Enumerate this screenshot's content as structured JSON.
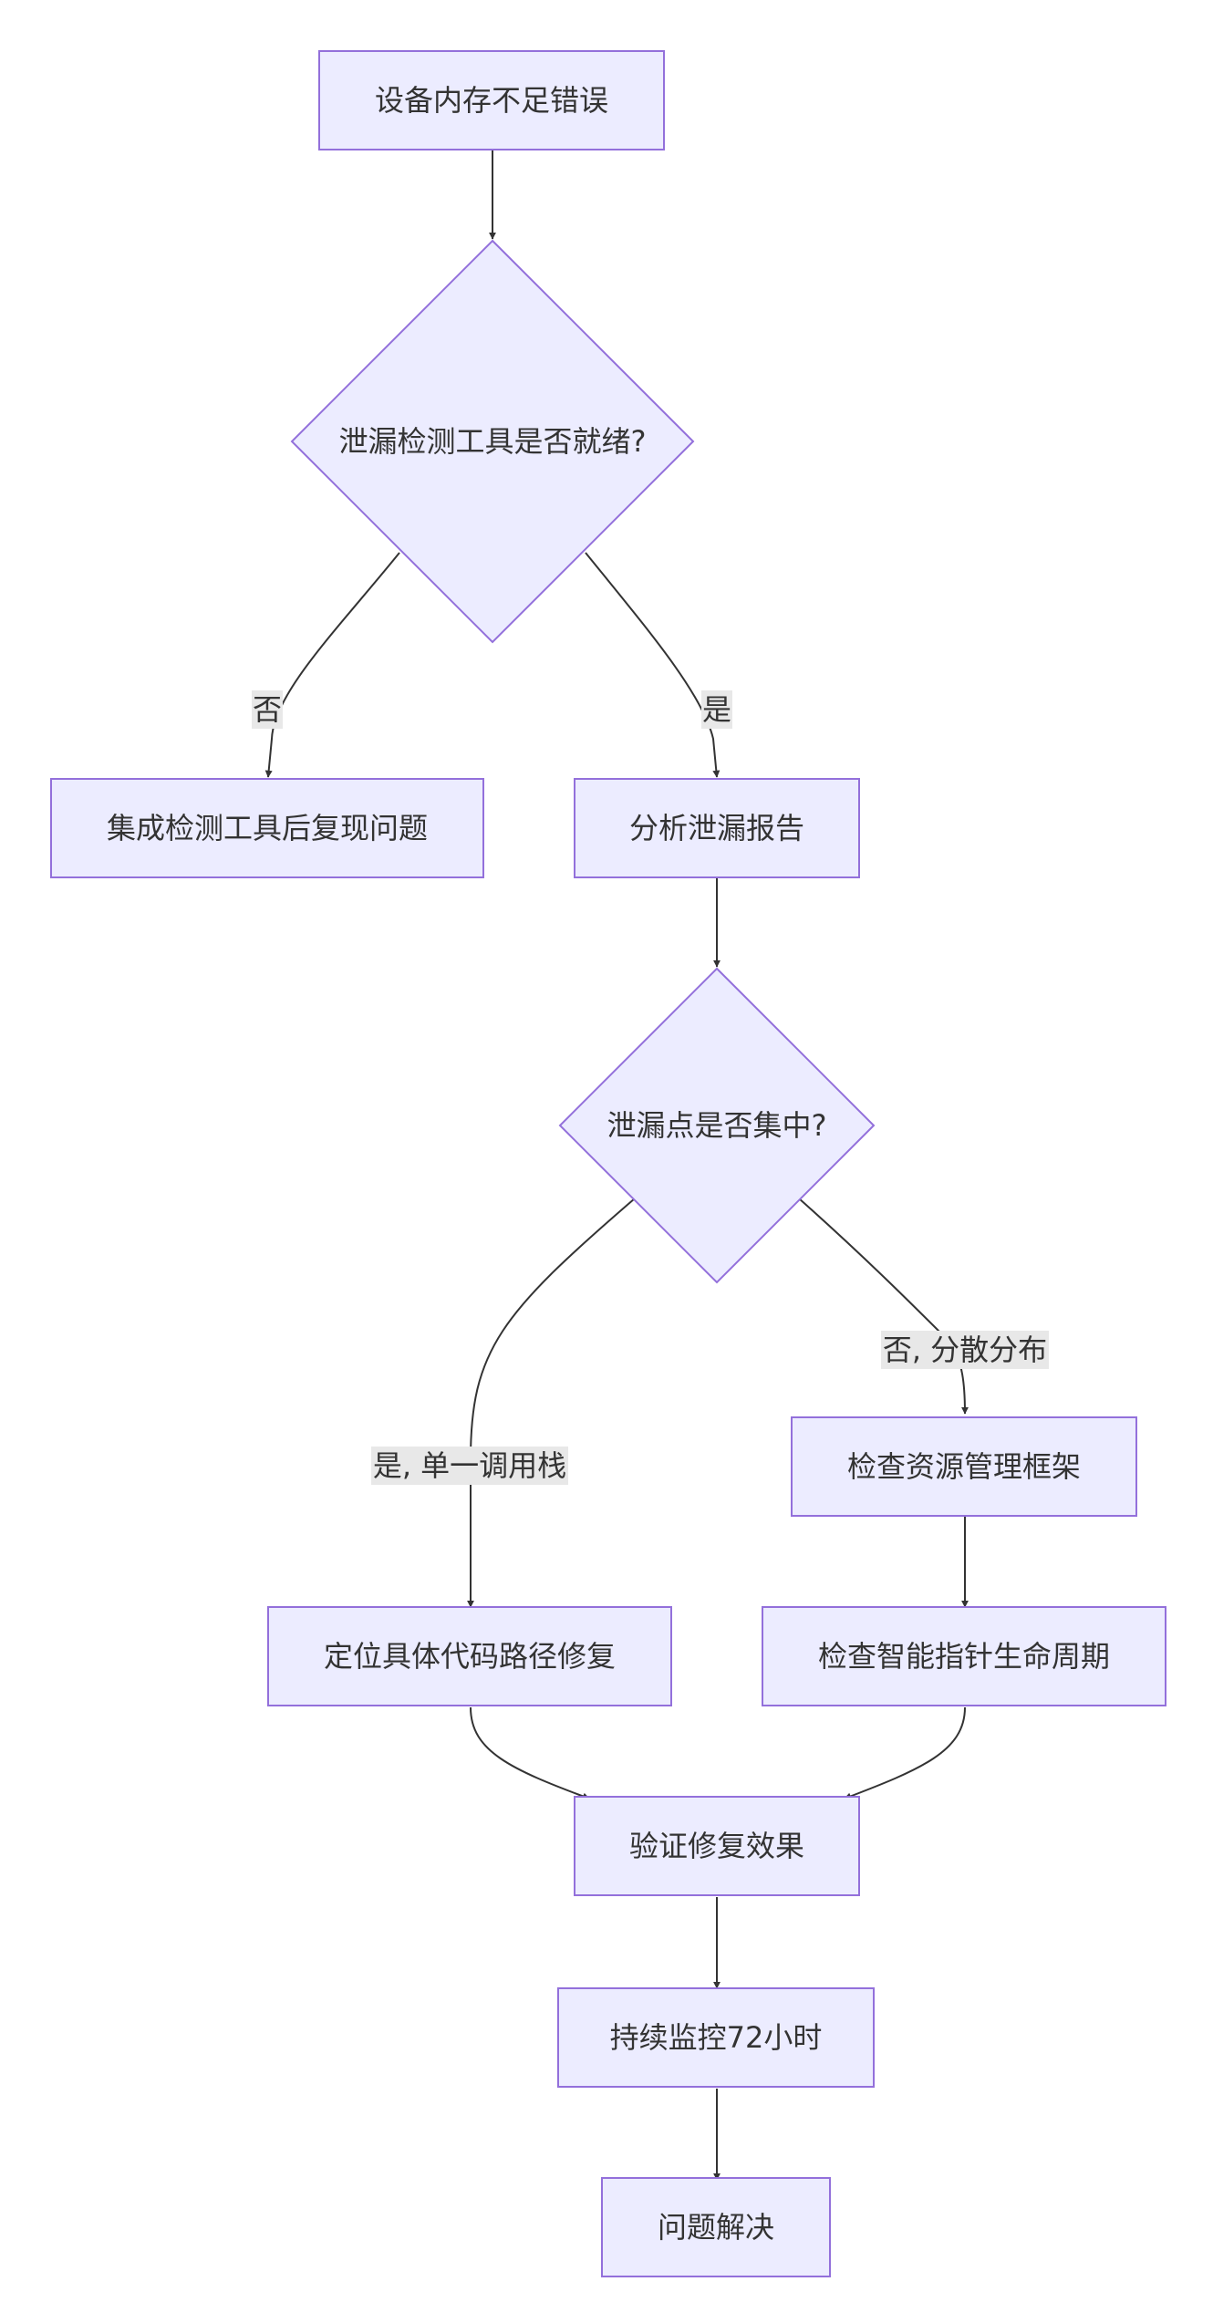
{
  "nodes": {
    "start": "设备内存不足错误",
    "tool_ready": "泄漏检测工具是否就绪?",
    "integrate": "集成检测工具后复现问题",
    "analyze": "分析泄漏报告",
    "concentrated": "泄漏点是否集中?",
    "check_framework": "检查资源管理框架",
    "locate_fix": "定位具体代码路径修复",
    "check_pointer": "检查智能指针生命周期",
    "verify": "验证修复效果",
    "monitor": "持续监控72小时",
    "resolved": "问题解决"
  },
  "edge_labels": {
    "no": "否",
    "yes": "是",
    "yes_single_stack": "是, 单一调用栈",
    "no_scattered": "否, 分散分布"
  },
  "colors": {
    "node_fill": "#ececff",
    "node_stroke": "#9370db",
    "edge": "#333333",
    "label_bg": "#e8e8e8"
  }
}
